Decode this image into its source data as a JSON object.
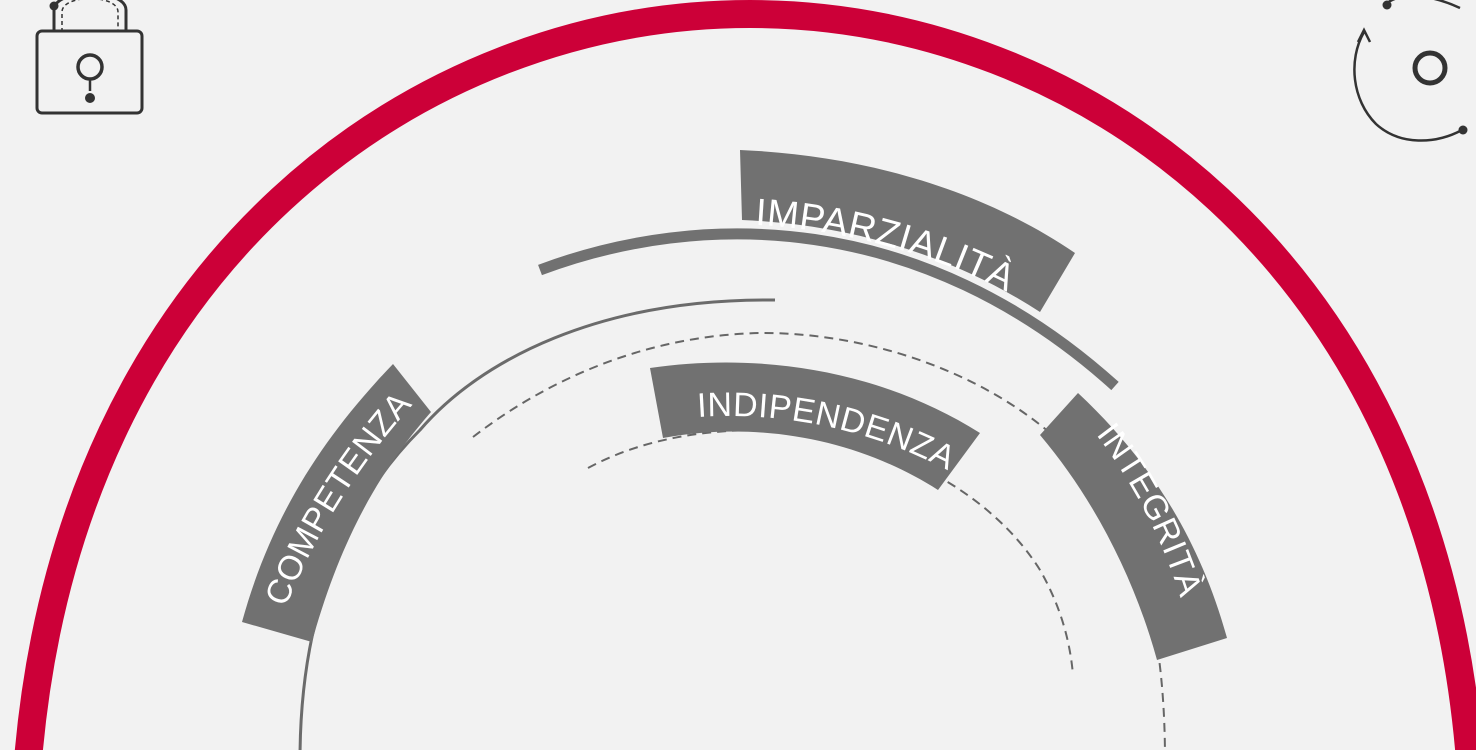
{
  "colors": {
    "background": "#f2f2f2",
    "outer_ring": "#cc0038",
    "band": "#717171",
    "line": "#5f5f5f",
    "icon_stroke": "#333333",
    "label_text": "#ffffff"
  },
  "icons": {
    "top_left": "padlock-icon",
    "top_right": "cycle-arrows-icon"
  },
  "labels": {
    "imparzialita": "IMPARZIALITÀ",
    "indipendenza": "INDIPENDENZA",
    "competenza": "COMPETENZA",
    "integrita": "INTEGRITÀ"
  }
}
